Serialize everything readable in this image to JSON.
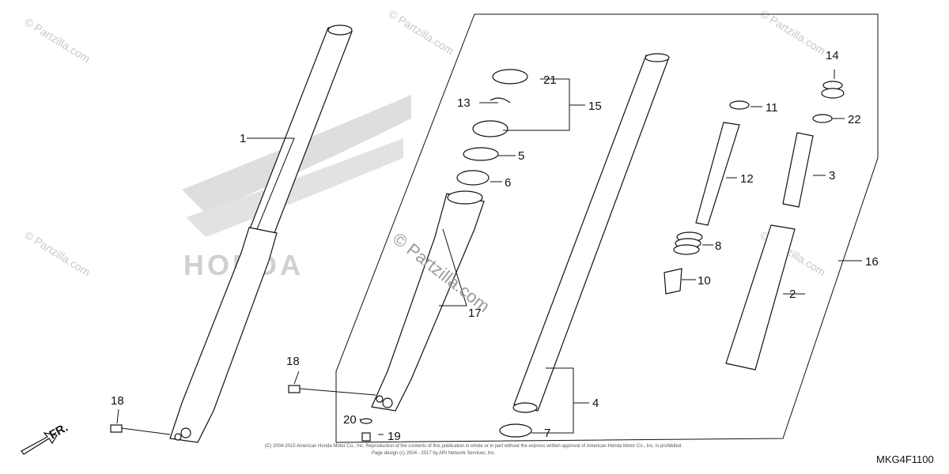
{
  "diagram": {
    "code": "MKG4F1100",
    "direction_label": "FR.",
    "copyright_line1": "(C) 2004-2015 American Honda Motor Co., Inc. Reproduction of the contents of this publication in whole or in part without the express written approval of American Honda Motor Co., Inc. is prohibited.",
    "copyright_line2": "Page design (c) 2004 - 2017 by ARI Network Services, Inc.",
    "watermark_center": "© Partzilla.com",
    "watermark_small": "© Partzilla.com",
    "brand_watermark": "HONDA",
    "part_labels": {
      "p1": "1",
      "p2": "2",
      "p3": "3",
      "p4": "4",
      "p5": "5",
      "p6": "6",
      "p7": "7",
      "p8": "8",
      "p10": "10",
      "p11": "11",
      "p12": "12",
      "p13": "13",
      "p14": "14",
      "p15": "15",
      "p16": "16",
      "p17": "17",
      "p18a": "18",
      "p18b": "18",
      "p19": "19",
      "p20": "20",
      "p21": "21",
      "p22": "22"
    }
  }
}
